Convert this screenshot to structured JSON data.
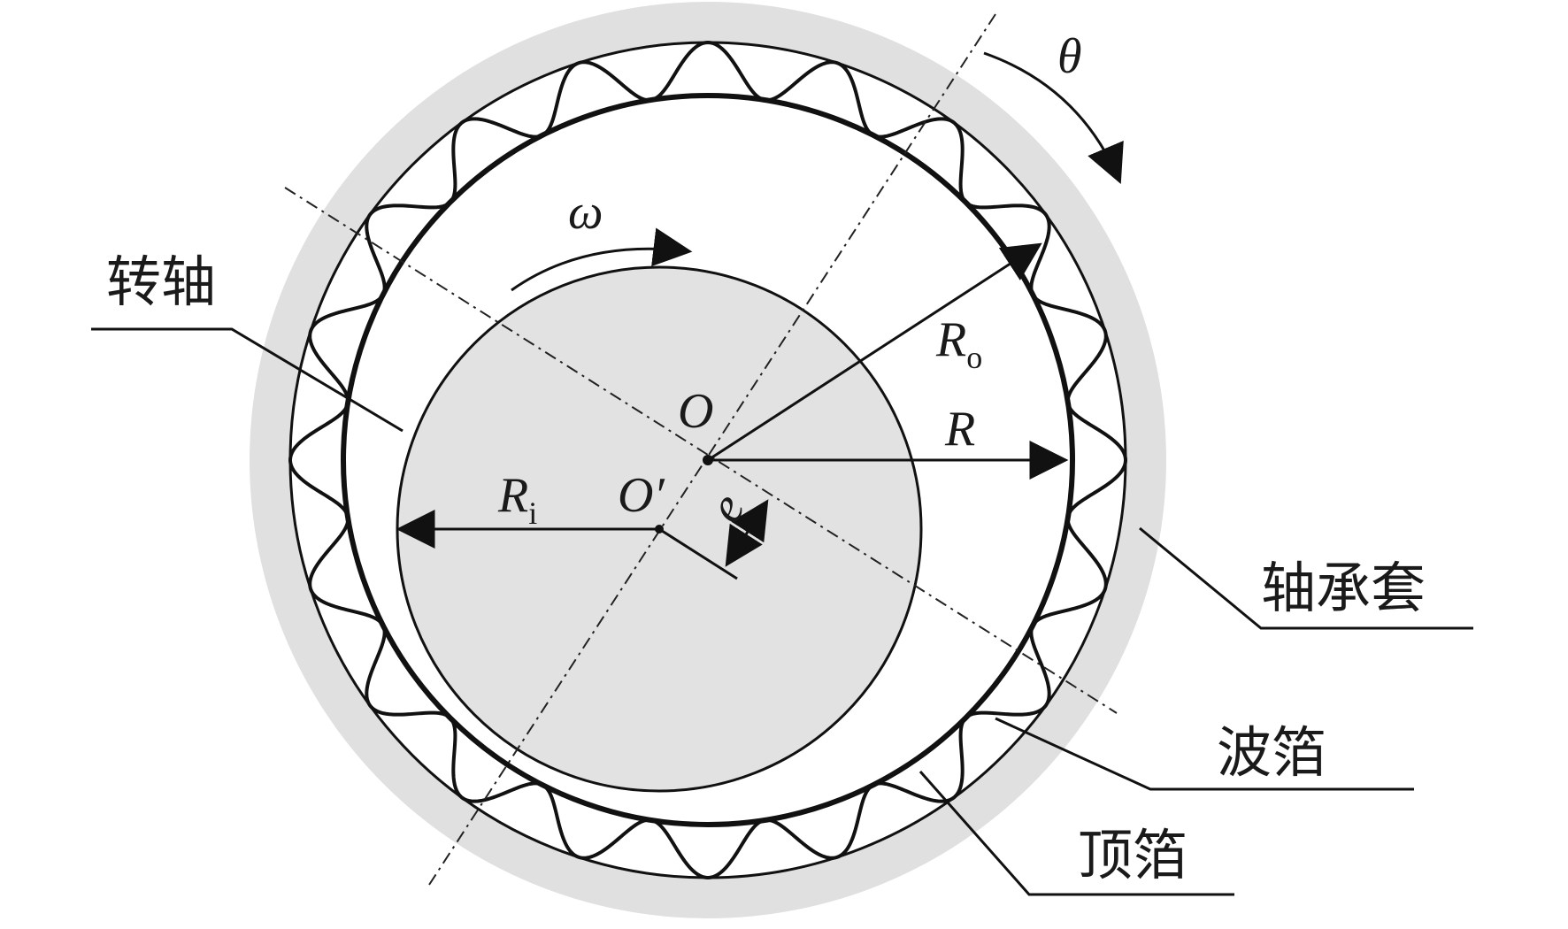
{
  "labels": {
    "shaft": "转轴",
    "bearing_sleeve": "轴承套",
    "bump_foil": "波箔",
    "top_foil": "顶箔"
  },
  "symbols": {
    "theta": "θ",
    "omega": "ω",
    "center_o": "O",
    "center_o_prime": "O′",
    "radius_r": "R",
    "radius_ro": "R",
    "radius_ro_sub": "o",
    "radius_ri": "R",
    "radius_ri_sub": "i",
    "eccentricity": "e"
  },
  "bump_foil": {
    "wave_count": 20
  },
  "colors": {
    "sleeve_fill": "#e0e0e0",
    "shaft_fill": "#e2e2e2",
    "stroke": "#111111",
    "background": "#ffffff"
  }
}
